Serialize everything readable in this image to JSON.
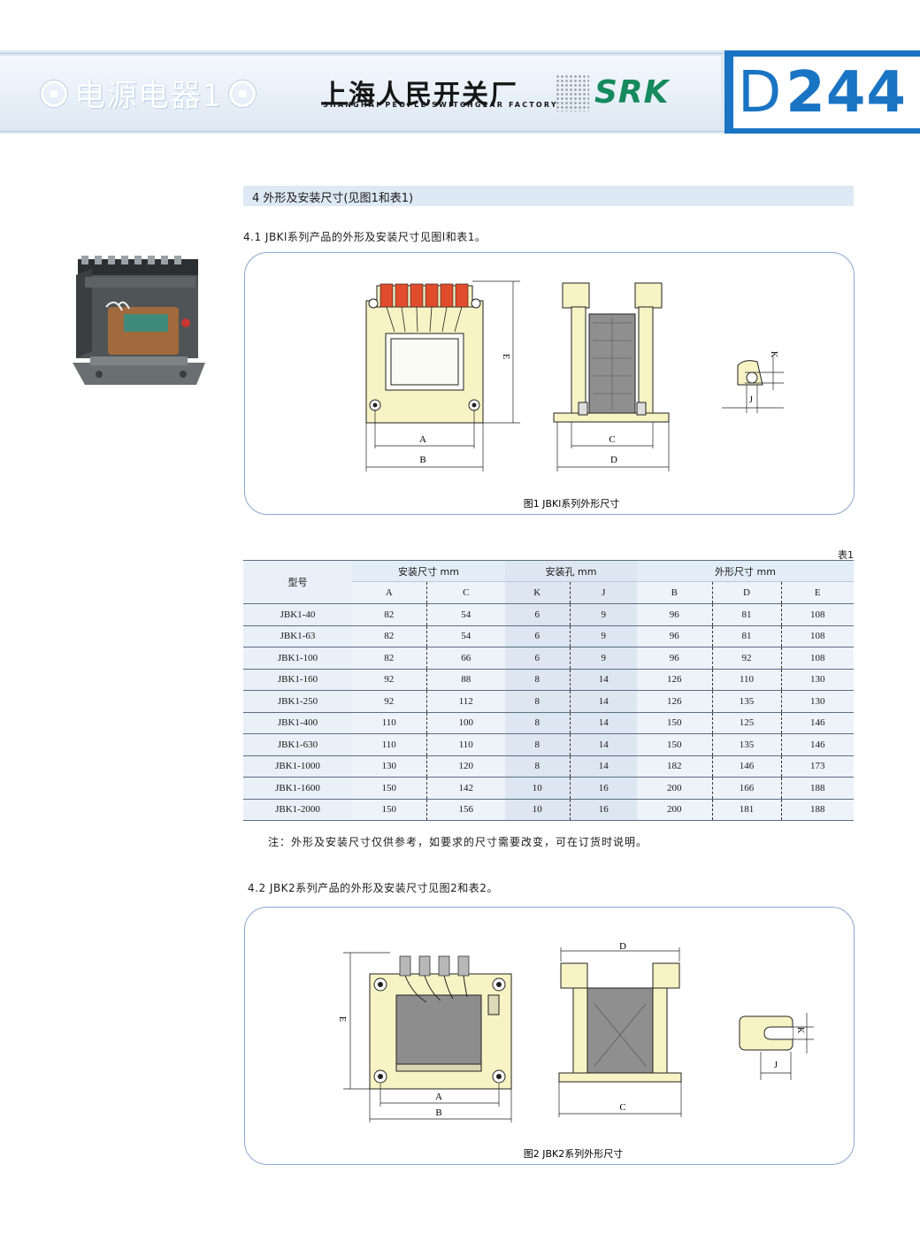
{
  "header": {
    "category": "电源电器1",
    "company_cn": "上海人民开关厂",
    "company_en": "SHANGHAI PEOPLE SWITCHGEAR FACTORY",
    "brand": "SRK",
    "page_prefix": "D",
    "page_number": "244"
  },
  "section": {
    "heading": "4  外形及安装尺寸(见图1和表1)",
    "sub1": "4.1  JBKl系列产品的外形及安装尺寸见图l和表1。",
    "sub2": "4.2  JBK2系列产品的外形及安装尺寸见图2和表2。"
  },
  "figure1": {
    "caption": "图1  JBKl系列外形尺寸",
    "labels": {
      "A": "A",
      "B": "B",
      "C": "C",
      "D": "D",
      "E": "E",
      "K": "K",
      "J": "J"
    }
  },
  "figure2": {
    "caption": "图2  JBK2系列外形尺寸",
    "labels": {
      "A": "A",
      "B": "B",
      "C": "C",
      "D": "D",
      "E": "E",
      "K": "K",
      "J": "J"
    }
  },
  "table1": {
    "label": "表1",
    "model_header": "型号",
    "groups": [
      "安装尺寸  mm",
      "安装孔  mm",
      "外形尺寸  mm"
    ],
    "columns": [
      "A",
      "C",
      "K",
      "J",
      "B",
      "D",
      "E"
    ],
    "rows": [
      {
        "model": "JBK1-40",
        "A": "82",
        "C": "54",
        "K": "6",
        "J": "9",
        "B": "96",
        "D": "81",
        "E": "108"
      },
      {
        "model": "JBK1-63",
        "A": "82",
        "C": "54",
        "K": "6",
        "J": "9",
        "B": "96",
        "D": "81",
        "E": "108"
      },
      {
        "model": "JBK1-100",
        "A": "82",
        "C": "66",
        "K": "6",
        "J": "9",
        "B": "96",
        "D": "92",
        "E": "108"
      },
      {
        "model": "JBK1-160",
        "A": "92",
        "C": "88",
        "K": "8",
        "J": "14",
        "B": "126",
        "D": "110",
        "E": "130"
      },
      {
        "model": "JBK1-250",
        "A": "92",
        "C": "112",
        "K": "8",
        "J": "14",
        "B": "126",
        "D": "135",
        "E": "130"
      },
      {
        "model": "JBK1-400",
        "A": "110",
        "C": "100",
        "K": "8",
        "J": "14",
        "B": "150",
        "D": "125",
        "E": "146"
      },
      {
        "model": "JBK1-630",
        "A": "110",
        "C": "110",
        "K": "8",
        "J": "14",
        "B": "150",
        "D": "135",
        "E": "146"
      },
      {
        "model": "JBK1-1000",
        "A": "130",
        "C": "120",
        "K": "8",
        "J": "14",
        "B": "182",
        "D": "146",
        "E": "173"
      },
      {
        "model": "JBK1-1600",
        "A": "150",
        "C": "142",
        "K": "10",
        "J": "16",
        "B": "200",
        "D": "166",
        "E": "188"
      },
      {
        "model": "JBK1-2000",
        "A": "150",
        "C": "156",
        "K": "10",
        "J": "16",
        "B": "200",
        "D": "181",
        "E": "188"
      }
    ],
    "note": "注：外形及安装尺寸仅供参考，如要求的尺寸需要改变，可在订货时说明。"
  },
  "colors": {
    "accent_blue": "#1a74c4",
    "brand_green": "#158a5c",
    "header_band": "#dbe7f3",
    "panel_border": "#8aa8cf"
  }
}
